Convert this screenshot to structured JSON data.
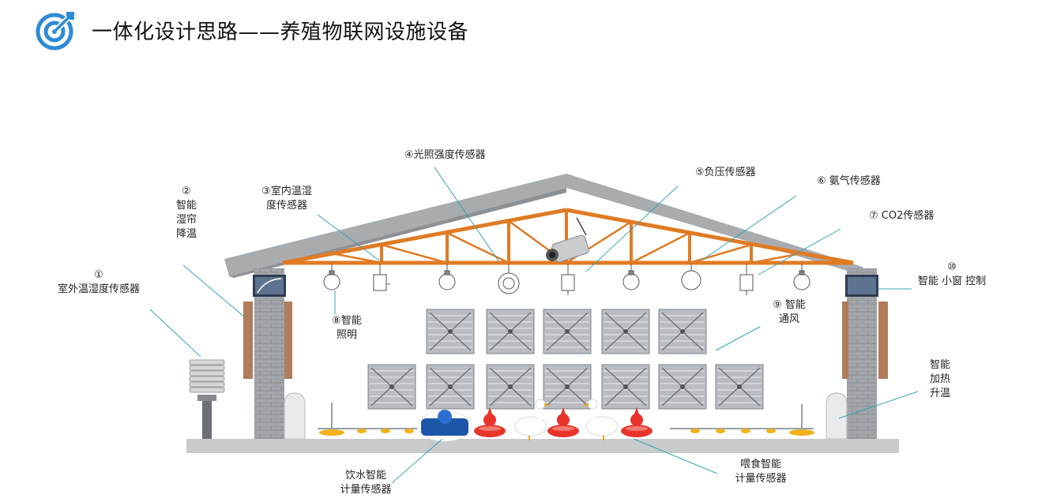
{
  "header": {
    "title": "一体化设计思路——养殖物联网设施设备",
    "icon": "target-arrow-icon",
    "accent": "#2e8bd6"
  },
  "labels": {
    "outdoor_sensor": {
      "num": "①",
      "text": "室外温湿度传感器"
    },
    "wet_curtain": {
      "num": "②",
      "l1": "智能",
      "l2": "湿帘",
      "l3": "降温"
    },
    "indoor_sensor": {
      "l1": "③室内温湿",
      "l2": "度传感器"
    },
    "light_sensor": "④光照强度传感器",
    "pressure_sensor": "⑤负压传感器",
    "ammonia_sensor": "⑥ 氨气传感器",
    "co2_sensor": "⑦ CO2传感器",
    "lighting": {
      "l1": "⑧智能",
      "l2": "照明"
    },
    "ventilation": {
      "l1": "⑨ 智能",
      "l2": "通风"
    },
    "window": {
      "num": "⑩",
      "text": "智能 小窗  控制"
    },
    "heating": {
      "l1": "智能",
      "l2": "加热",
      "l3": "升温"
    },
    "water_meter": {
      "l1": "饮水智能",
      "l2": "计量传感器"
    },
    "feed_meter": {
      "l1": "喂食智能",
      "l2": "计量传感器"
    }
  },
  "colors": {
    "roof": "#a9acaf",
    "truss": "#e07b24",
    "brick": "#9ea1a5",
    "floor": "#c8cacc",
    "curtain": "#b07c5a",
    "leader": "#3aa3b3",
    "feeder": "#e8342a",
    "drinker": "#f2b21b"
  }
}
